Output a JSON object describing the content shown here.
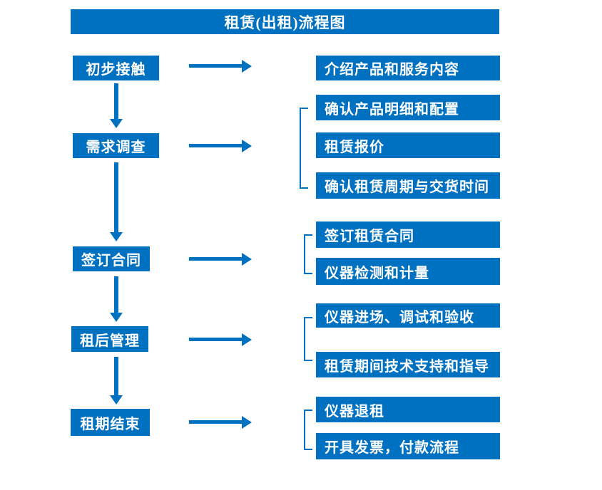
{
  "title": "租赁(出租)流程图",
  "colors": {
    "accent": "#0070C0",
    "box_text": "#FFFFFF",
    "background": "#FFFFFF"
  },
  "flow": {
    "steps": [
      {
        "label": "初步接触",
        "details": [
          "介绍产品和服务内容"
        ]
      },
      {
        "label": "需求调查",
        "details": [
          "确认产品明细和配置",
          "租赁报价",
          "确认租赁周期与交货时间"
        ]
      },
      {
        "label": "签订合同",
        "details": [
          "签订租赁合同",
          "仪器检测和计量"
        ]
      },
      {
        "label": "租后管理",
        "details": [
          "仪器进场、调试和验收",
          "租赁期间技术支持和指导"
        ]
      },
      {
        "label": "租期结束",
        "details": [
          "仪器退租",
          "开具发票，付款流程"
        ]
      }
    ]
  }
}
